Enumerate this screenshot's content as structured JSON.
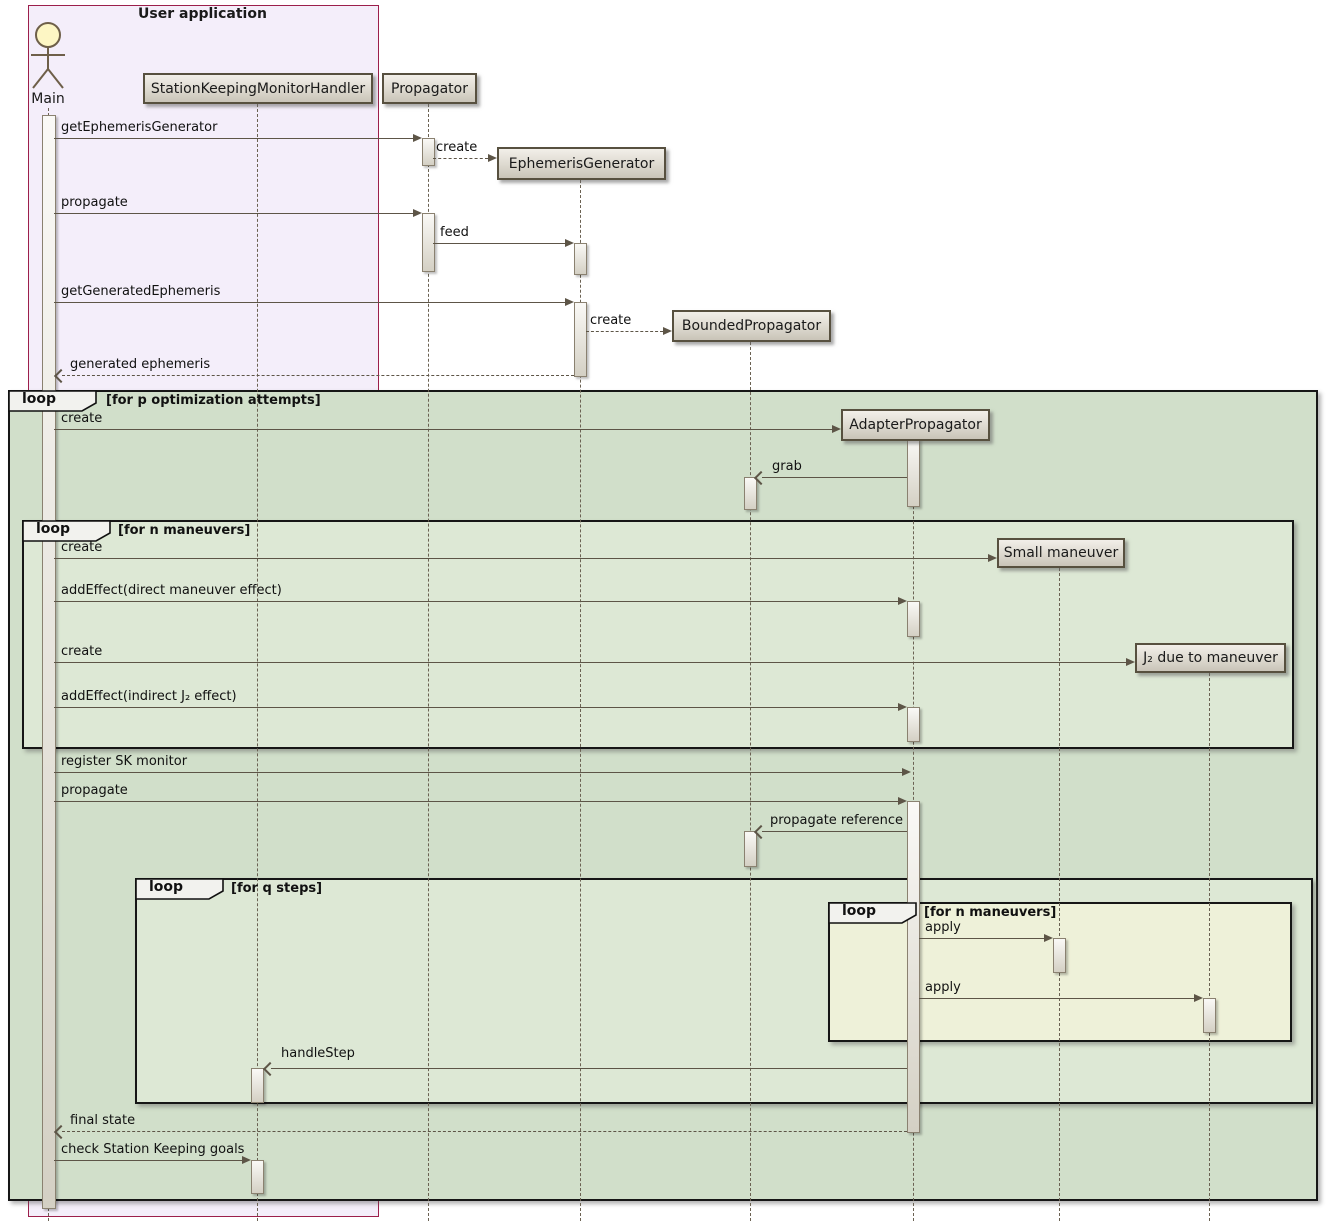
{
  "frame": {
    "title": "User application"
  },
  "actor": {
    "label": "Main"
  },
  "participants": {
    "skmh": "StationKeepingMonitorHandler",
    "propagator": "Propagator",
    "ephemeris_generator": "EphemerisGenerator",
    "bounded_propagator": "BoundedPropagator",
    "adapter_propagator": "AdapterPropagator",
    "small_maneuver": "Small maneuver",
    "j2_due_to_maneuver": "J₂ due to maneuver"
  },
  "loops": {
    "outer": {
      "keyword": "loop",
      "condition": "[for p optimization attempts]"
    },
    "maneuvers1": {
      "keyword": "loop",
      "condition": "[for n maneuvers]"
    },
    "qsteps": {
      "keyword": "loop",
      "condition": "[for q steps]"
    },
    "maneuvers2": {
      "keyword": "loop",
      "condition": "[for n maneuvers]"
    }
  },
  "messages": {
    "get_ephemeris_generator": "getEphemerisGenerator",
    "create1": "create",
    "propagate1": "propagate",
    "feed": "feed",
    "get_generated_ephemeris": "getGeneratedEphemeris",
    "create2": "create",
    "generated_ephemeris": "generated ephemeris",
    "create3": "create",
    "grab": "grab",
    "create4": "create",
    "add_effect_direct": "addEffect(direct maneuver effect)",
    "create5": "create",
    "add_effect_indirect": "addEffect(indirect J₂ effect)",
    "register_sk_monitor": "register SK monitor",
    "propagate2": "propagate",
    "propagate_reference": "propagate reference",
    "apply1": "apply",
    "apply2": "apply",
    "handle_step": "handleStep",
    "final_state": "final state",
    "check_goals": "check Station Keeping goals"
  },
  "colors": {
    "frame_background": "#f4eefa",
    "frame_border": "#9c1f4b",
    "loop_outer_background": "#d1dfca",
    "loop_mid_background": "#dde8d5",
    "loop_inner_background": "#eef1d9",
    "loop_border": "#161616",
    "participant_border": "#57503f",
    "arrow_color": "#5d5547",
    "actor_head_fill": "#fdf6c4"
  }
}
